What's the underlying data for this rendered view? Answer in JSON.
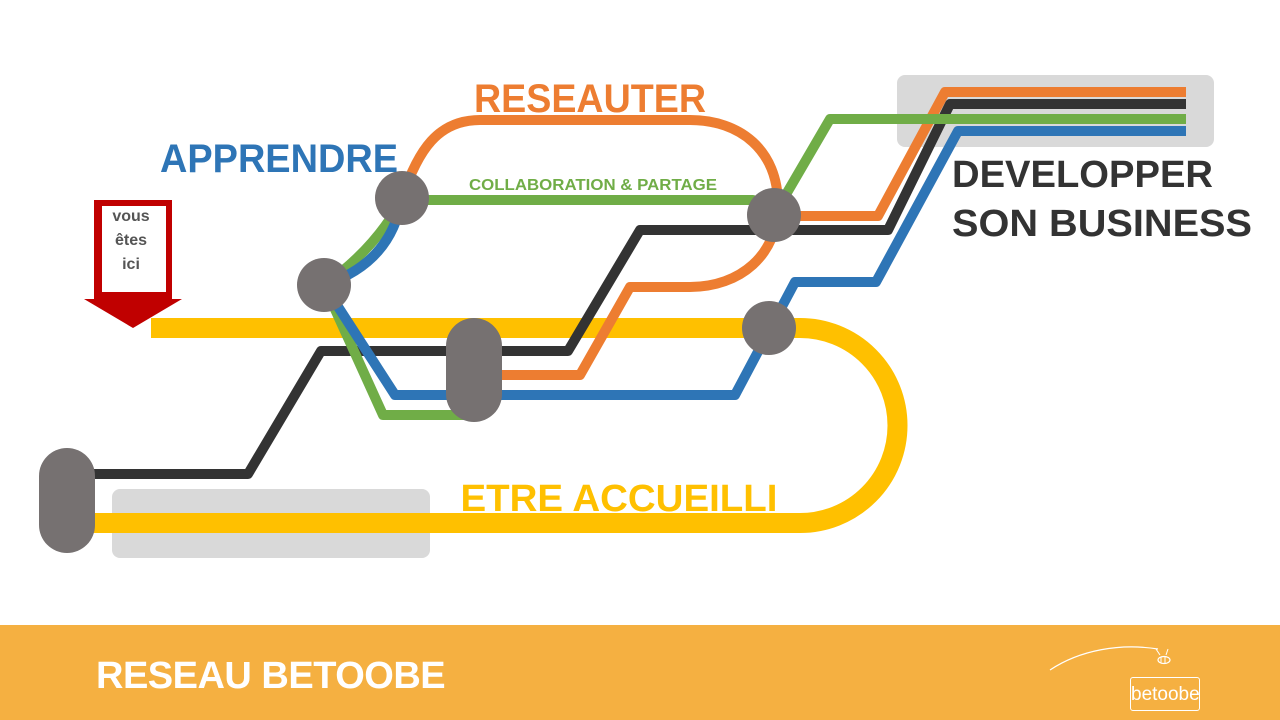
{
  "labels": {
    "reseauter": "RESEAUTER",
    "apprendre": "APPRENDRE",
    "collaboration": "COLLABORATION & PARTAGE",
    "developper_line1": "DEVELOPPER",
    "developper_line2": "SON BUSINESS",
    "etre_accueilli": "ETRE ACCUEILLI"
  },
  "you_are_here": {
    "line1": "vous",
    "line2": "êtes",
    "line3": "ici"
  },
  "footer": {
    "title": "RESEAU BETOOBE",
    "logo_text": "betoobe"
  },
  "colors": {
    "orange": "#ed7d31",
    "blue": "#2e75b6",
    "green": "#70ad47",
    "dark": "#333333",
    "yellow": "#ffc000",
    "station": "#767171",
    "arrow": "#c00000",
    "footer": "#f5b041"
  }
}
